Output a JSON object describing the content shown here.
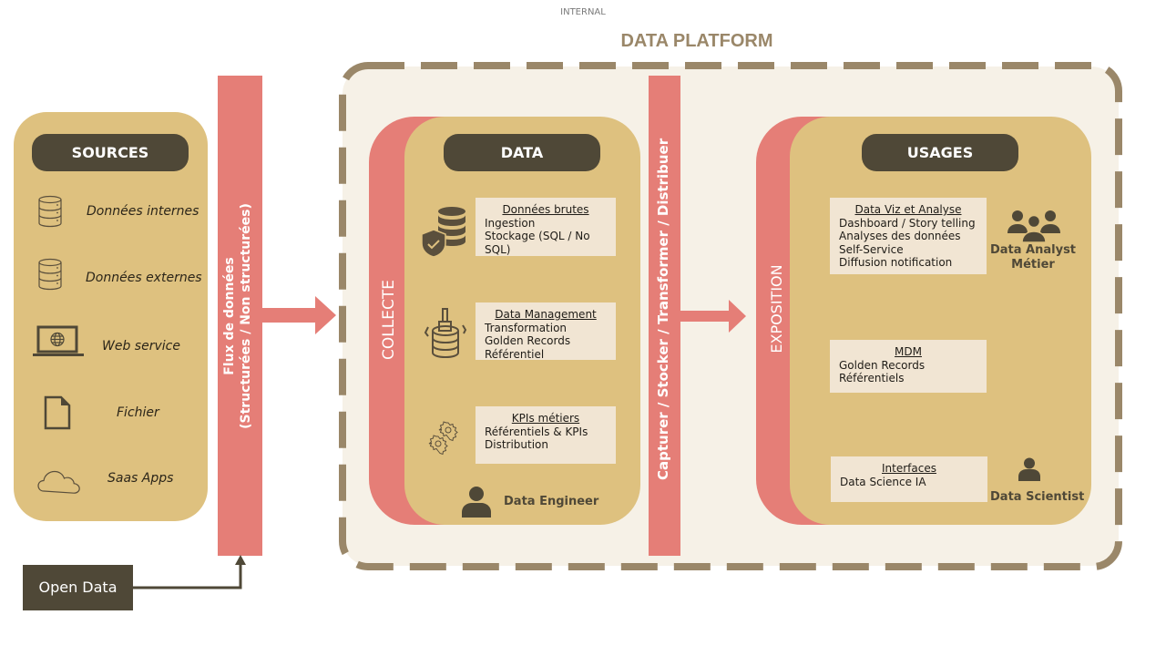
{
  "header": {
    "classification": "INTERNAL",
    "platform_title": "DATA PLATFORM"
  },
  "colors": {
    "gold": "#dec17f",
    "coral": "#e57e77",
    "dark": "#4f4837",
    "card": "#f1e5d3",
    "platform_bg": "#f6f1e7",
    "dash": "#9a8769"
  },
  "sources": {
    "title": "SOURCES",
    "items": [
      {
        "label": "Données internes",
        "icon": "database-icon"
      },
      {
        "label": "Données externes",
        "icon": "database-icon"
      },
      {
        "label": "Web service",
        "icon": "laptop-globe-icon"
      },
      {
        "label": "Fichier",
        "icon": "file-icon"
      },
      {
        "label": "Saas Apps",
        "icon": "cloud-icon"
      }
    ]
  },
  "flux": {
    "line1": "Flux de données",
    "line2": "(Structurées / Non structurées)"
  },
  "open_data": {
    "label": "Open Data"
  },
  "collecte": {
    "label": "COLLECTE"
  },
  "data_panel": {
    "title": "DATA",
    "cards": [
      {
        "title": "Données brutes",
        "lines": [
          "Ingestion",
          "Stockage (SQL / No SQL)"
        ],
        "icon": "database-shield-icon"
      },
      {
        "title": "Data Management",
        "lines": [
          "Transformation",
          "Golden Records",
          "Référentiel"
        ],
        "icon": "database-brush-icon"
      },
      {
        "title": "KPIs métiers",
        "lines": [
          "Référentiels & KPIs",
          "Distribution"
        ],
        "icon": "gears-icon"
      }
    ],
    "role": "Data Engineer"
  },
  "pipeline": {
    "label": "Capturer / Stocker / Transformer / Distribuer"
  },
  "exposition": {
    "label": "EXPOSITION"
  },
  "usages_panel": {
    "title": "USAGES",
    "cards": [
      {
        "title": "Data Viz et Analyse",
        "lines": [
          "Dashboard / Story telling",
          "Analyses des données",
          "Self-Service",
          "Diffusion notification"
        ]
      },
      {
        "title": "MDM",
        "lines": [
          "Golden Records",
          "Référentiels"
        ]
      },
      {
        "title": "Interfaces",
        "lines": [
          "Data Science IA"
        ]
      }
    ],
    "roles": [
      {
        "line1": "Data Analyst",
        "line2": "Métier"
      },
      {
        "line1": "Data Scientist"
      }
    ]
  }
}
